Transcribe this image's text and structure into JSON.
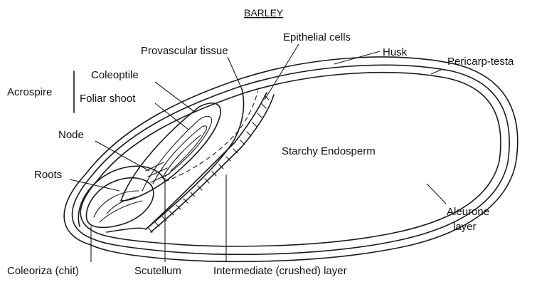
{
  "title": "BARLEY",
  "labels": {
    "acrospire": "Acrospire",
    "coleoptile": "Coleoptile",
    "foliar_shoot": "Foliar shoot",
    "provascular_tissue": "Provascular tissue",
    "epithelial_cells": "Epithelial cells",
    "husk": "Husk",
    "pericarp_testa": "Pericarp-testa",
    "node": "Node",
    "roots": "Roots",
    "starchy_endosperm": "Starchy Endosperm",
    "aleurone_layer_line1": "Aleurone",
    "aleurone_layer_line2": "layer",
    "coleoriza": "Coleoriza (chit)",
    "scutellum": "Scutellum",
    "intermediate_layer": "Intermediate (crushed) layer"
  }
}
